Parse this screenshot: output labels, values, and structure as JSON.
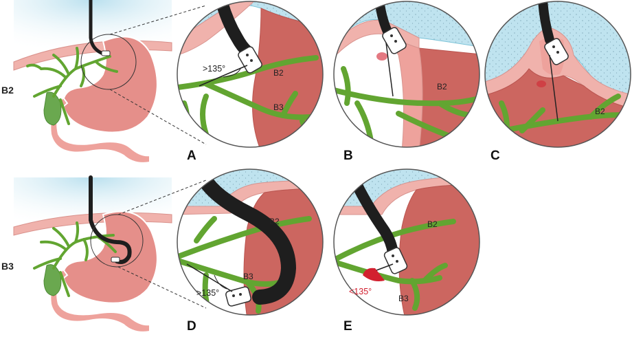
{
  "rows": [
    {
      "label": "B2"
    },
    {
      "label": "B3"
    }
  ],
  "panels": [
    {
      "letter": "A",
      "duct_labels": [
        "B2",
        "B3"
      ],
      "angle": ">135°"
    },
    {
      "letter": "B",
      "duct_labels": [
        "B2"
      ]
    },
    {
      "letter": "C",
      "duct_labels": [
        "B2"
      ]
    },
    {
      "letter": "D",
      "duct_labels": [
        "B2",
        "B3"
      ],
      "angle": ">135°"
    },
    {
      "letter": "E",
      "duct_labels": [
        "B2",
        "B3"
      ],
      "angle": "<135°"
    }
  ],
  "colors": {
    "stomach": "#e58f8a",
    "stomach_dark": "#c9706c",
    "liver": "#cc6660",
    "liver_dark": "#b9544f",
    "duct": "#62a531",
    "duct_dark": "#3f7a1f",
    "gallbladder": "#6aa84f",
    "fluid": "#bfe3ef",
    "endoscope": "#1e1e1e",
    "accent_red": "#d2202f"
  },
  "icons": [
    "endoscope-icon",
    "echoendoscope-tip-icon",
    "needle-icon",
    "stomach-icon",
    "liver-icon",
    "gallbladder-icon"
  ]
}
